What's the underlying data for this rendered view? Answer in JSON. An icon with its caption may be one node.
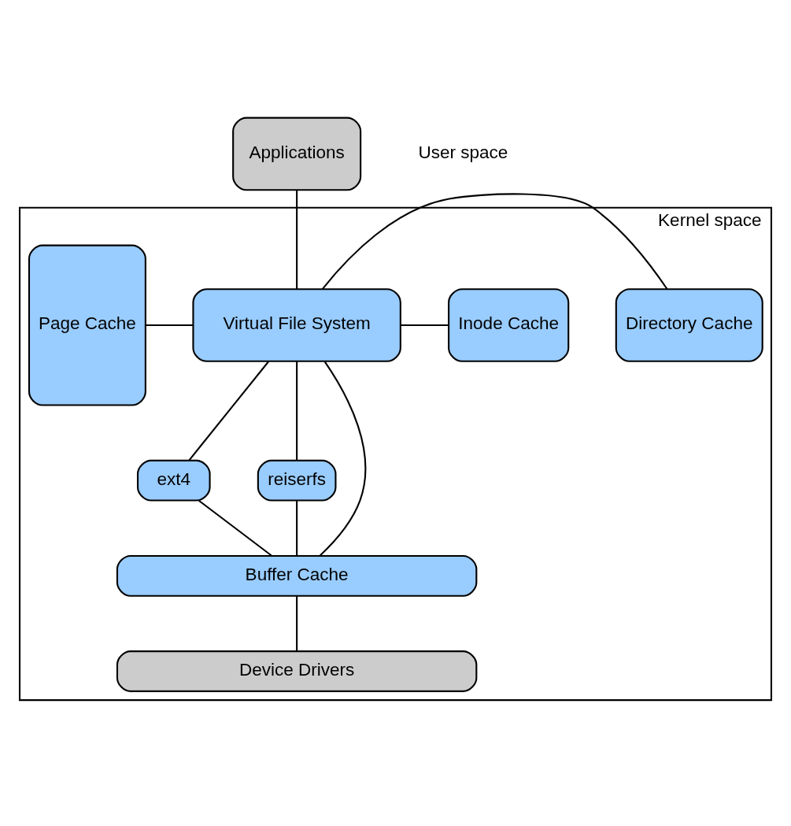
{
  "diagram": {
    "nodes": [
      {
        "text": [
          "Applications"
        ]
      },
      {
        "text": [
          "Kernel space"
        ]
      },
      {
        "text": [
          "Page Cache"
        ],
        "in": 1
      },
      {
        "text": [
          "Virtual File System"
        ],
        "in": 1
      },
      {
        "text": [
          "Directory Cache"
        ],
        "in": 1
      },
      {
        "text": [
          "Inode Cache"
        ],
        "in": 1
      },
      {
        "text": [
          "ext4"
        ],
        "in": 1
      },
      {
        "text": [
          "reiserfs"
        ],
        "in": 1
      },
      {
        "text": [
          "Buffer Cache"
        ],
        "in": 1
      },
      {
        "text": [
          "Device Drivers"
        ],
        "in": 1
      }
    ],
    "edges": [
      {
        "from": 0,
        "to": 3,
        "arrow": "none"
      },
      {
        "from": 2,
        "to": 3,
        "arrow": "none"
      },
      {
        "from": 3,
        "to": 4,
        "arrow": "none"
      },
      {
        "from": 3,
        "to": 5,
        "arrow": "none"
      },
      {
        "from": 3,
        "to": 6,
        "arrow": "none"
      },
      {
        "from": 3,
        "to": 7,
        "arrow": "none"
      },
      {
        "from": 3,
        "to": 8,
        "arrow": "none"
      },
      {
        "from": 6,
        "to": 8,
        "arrow": "none"
      },
      {
        "from": 7,
        "to": 8,
        "arrow": "none"
      },
      {
        "from": 8,
        "to": 9,
        "arrow": "none"
      }
    ],
    "labels": [
      "User space"
    ]
  }
}
